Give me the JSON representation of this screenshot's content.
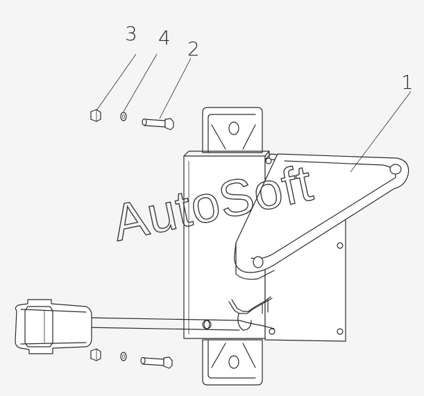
{
  "callouts": {
    "c1": "1",
    "c2": "2",
    "c3": "3",
    "c4": "4"
  },
  "watermark": "AutoSoft",
  "colors": {
    "line": "#2a2a2a",
    "background": "#f5f5f5"
  }
}
